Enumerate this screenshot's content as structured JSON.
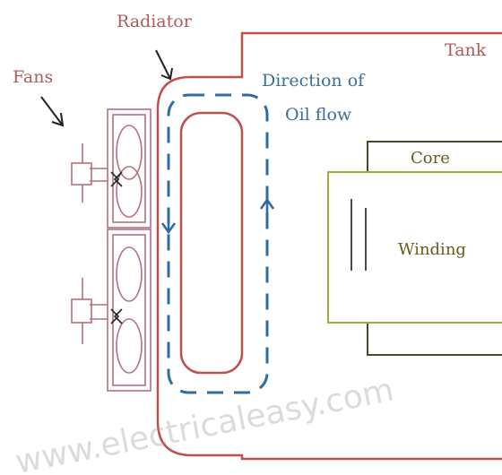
{
  "labels": {
    "fans": "Fans",
    "radiator": "Radiator",
    "tank": "Tank",
    "direction_line1": "Direction of",
    "direction_line2": "Oil flow",
    "core": "Core",
    "winding": "Winding"
  },
  "watermark": "www.electricaleasy.com",
  "colors": {
    "tank_outline": "#c0504d",
    "fan_outline": "#b5707a",
    "oil_flow": "#2e6da4",
    "core_outline": "#4a4a2a",
    "winding_outline": "#a6a83a",
    "arrow": "#222222"
  }
}
